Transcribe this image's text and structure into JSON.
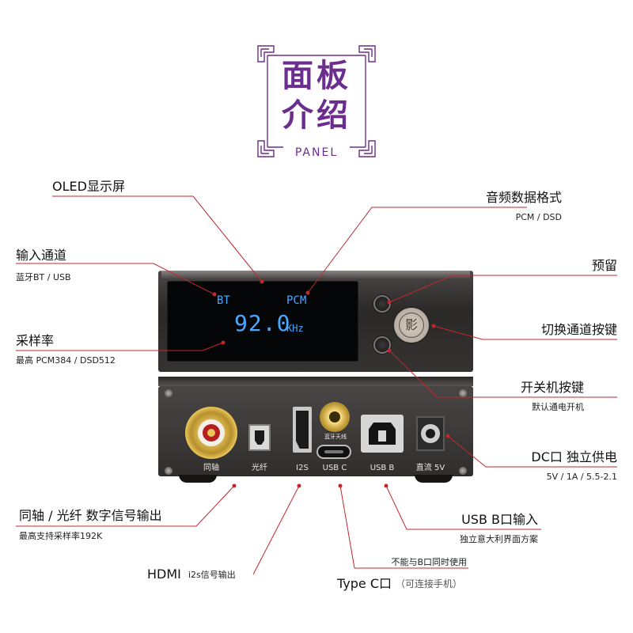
{
  "colors": {
    "accent": "#6b2e8f",
    "callout_line": "#c0282d",
    "oled_text": "#4aa8ff"
  },
  "title": {
    "line1": "面板",
    "line2": "介绍",
    "subtitle": "PANEL"
  },
  "front_display": {
    "source": "BT",
    "format": "PCM",
    "rate": "92.0",
    "unit": "KHz"
  },
  "front_knob_icon": "logo-seal-icon",
  "front_knob_glyph": "影",
  "callouts": {
    "oled": {
      "label": "OLED显示屏"
    },
    "audio_format": {
      "label": "音频数据格式",
      "sub": "PCM / DSD"
    },
    "input_channel": {
      "label": "输入通道",
      "sub": "蓝牙BT / USB"
    },
    "reserved": {
      "label": "预留"
    },
    "sample_rate": {
      "label": "采样率",
      "sub": "最高 PCM384 / DSD512"
    },
    "channel_switch": {
      "label": "切换通道按键"
    },
    "power_button": {
      "label": "开关机按键",
      "sub": "默认通电开机"
    },
    "dc_power": {
      "label": "DC口 独立供电",
      "sub": "5V / 1A / 5.5-2.1"
    },
    "coax_optical": {
      "label": "同轴 / 光纤 数字信号输出",
      "sub": "最高支持采样率192K"
    },
    "usb_b": {
      "label": "USB B口输入",
      "sub": "独立意大利界面方案"
    },
    "hdmi": {
      "label": "HDMI",
      "sub": "i2s信号输出"
    },
    "type_c": {
      "label": "Type C口",
      "sub": "（可连接手机）",
      "note": "不能与B口同时使用"
    }
  },
  "rear_ports": {
    "coax": "同轴",
    "optical": "光纤",
    "i2s": "I2S",
    "antenna": "蓝牙天线",
    "usb_c": "USB C",
    "usb_b": "USB B",
    "dc": "直流 5V"
  }
}
